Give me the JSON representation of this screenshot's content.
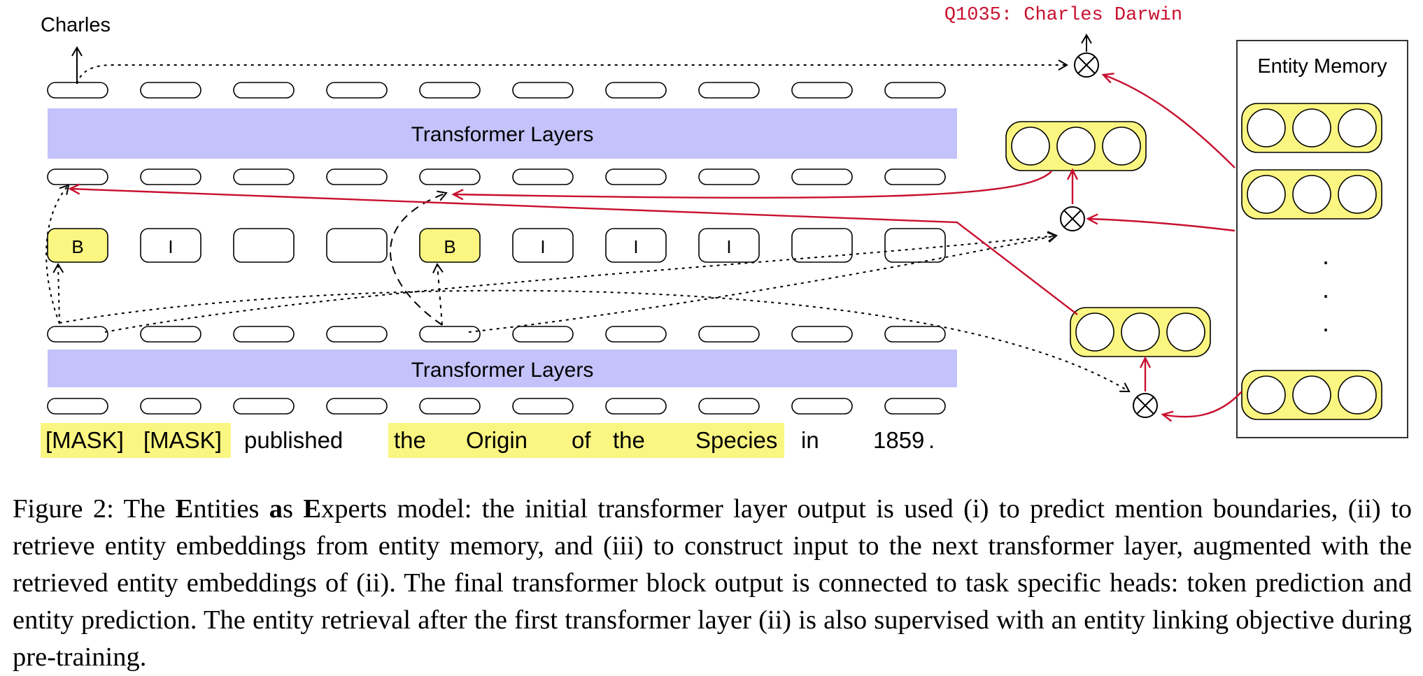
{
  "figure": {
    "top_output_label": "Charles",
    "entity_prediction_label": "Q1035: Charles Darwin",
    "transformer_upper_label": "Transformer Layers",
    "transformer_lower_label": "Transformer Layers",
    "entity_memory_label": "Entity Memory",
    "memory_ellipsis": "·",
    "combine_symbol": "⊗",
    "bio_tags": [
      "B",
      "I",
      "",
      "",
      "B",
      "I",
      "I",
      "I",
      "",
      ""
    ],
    "tokens": [
      "[MASK]",
      "[MASK]",
      "published",
      "the",
      "Origin",
      "of",
      "the",
      "Species",
      "in",
      "1859",
      "."
    ],
    "colors": {
      "highlight": "#fbf681",
      "transformer": "#c3c2fb",
      "red_arrow": "#c8102e",
      "entity_label_red": "#c8102e"
    }
  },
  "caption": {
    "prefix": "Figure 2: The ",
    "e1": "E",
    "s1": "ntities ",
    "a": "a",
    "s2": "s ",
    "e2": "E",
    "body": "xperts model: the initial transformer layer output is used (i) to predict mention boundaries, (ii) to retrieve entity embeddings from entity memory, and (iii) to construct input to the next transformer layer, augmented with the retrieved entity embeddings of (ii). The final transformer block output is connected to task specific heads: token prediction and entity prediction. The entity retrieval after the first transformer layer (ii) is also supervised with an entity linking objective during pre-training."
  }
}
